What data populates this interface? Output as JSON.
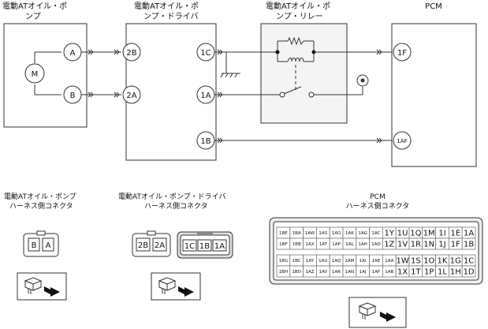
{
  "components": {
    "motor": {
      "title_line1": "電動ATオイル・ポ",
      "title_line2": "ンプ",
      "symbol": "M",
      "pins": [
        "A",
        "B"
      ]
    },
    "driver": {
      "title_line1": "電動ATオイル・ポ",
      "title_line2": "ンプ・ドライバ",
      "pins_left": [
        "2B",
        "2A"
      ],
      "pins_right": [
        "1C",
        "1A",
        "1B"
      ]
    },
    "relay": {
      "title_line1": "電動ATオイル・ポ",
      "title_line2": "ンプ・リレー"
    },
    "pcm": {
      "title": "PCM",
      "pins": [
        "1F",
        "1AF"
      ]
    }
  },
  "connectors": {
    "motor_harness": {
      "title_line1": "電動ATオイル・ポンプ",
      "title_line2": "ハーネス側コネクタ",
      "pins": [
        "B",
        "A"
      ]
    },
    "driver_harness": {
      "title_line1": "電動ATオイル・ポンプ・ドライバ",
      "title_line2": "ハーネス側コネクタ",
      "pins_2": [
        "2B",
        "2A"
      ],
      "pins_1": [
        "1C",
        "1B",
        "1A"
      ]
    },
    "pcm_harness": {
      "title_line1": "PCM",
      "title_line2": "ハーネス側コネクタ",
      "rows": [
        [
          "1BE",
          "1BA",
          "1AW",
          "1AS",
          "1AO",
          "1AK",
          "1AG",
          "1AC",
          "1Y",
          "1U",
          "1Q",
          "1M",
          "1I",
          "1E",
          "1A"
        ],
        [
          "1BF",
          "1BB",
          "1AX",
          "1AT",
          "1AP",
          "1AL",
          "1AH",
          "1AD",
          "1Z",
          "1V",
          "1R",
          "1N",
          "1J",
          "1F",
          "1B"
        ],
        [
          "1BG",
          "1BC",
          "1AY",
          "1AU",
          "1AQ",
          "1AM",
          "1AI",
          "1AE",
          "1AA",
          "1W",
          "1S",
          "1O",
          "1K",
          "1G",
          "1C"
        ],
        [
          "1BH",
          "1BD",
          "1AZ",
          "1AV",
          "1AR",
          "1AN",
          "1AJ",
          "1AF",
          "1AB",
          "1X",
          "1T",
          "1P",
          "1L",
          "1H",
          "1D"
        ]
      ]
    }
  }
}
